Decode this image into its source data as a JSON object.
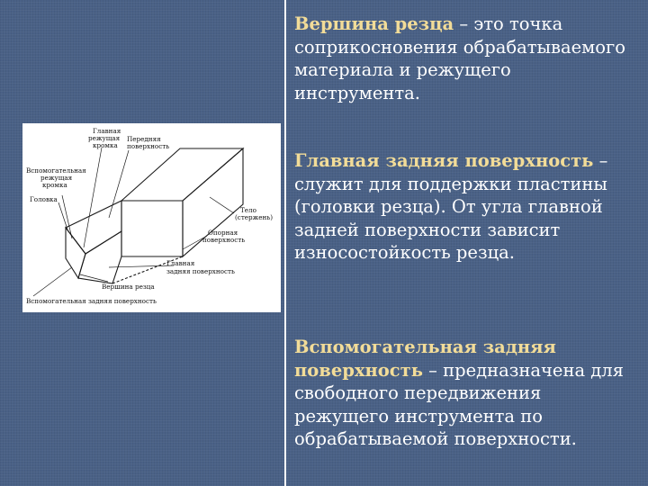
{
  "diagram": {
    "labels": {
      "main_edge": [
        "Главная",
        "режущая",
        "кромка"
      ],
      "front_surface": [
        "Передняя",
        "поверхность"
      ],
      "aux_edge": [
        "Вспомогательная",
        "режущая",
        "кромка"
      ],
      "head": "Головка",
      "body": [
        "Тело",
        "(стержень)"
      ],
      "support": [
        "Опорная",
        "поверхность"
      ],
      "main_back": [
        "Главная",
        "задняя поверхность"
      ],
      "tip": "Вершина резца",
      "aux_back": "Вспомогательная задняя поверхность"
    }
  },
  "paragraphs": [
    {
      "term": "Вершина резца",
      "rest": " – это точка соприкосновения обрабатываемого материала и режущего инструмента."
    },
    {
      "term": "Главная задняя поверхность",
      "rest": " – служит для поддержки пластины (головки резца). От угла главной задней поверхности зависит износостойкость резца."
    },
    {
      "term": "Вспомогательная задняя поверхность",
      "rest": " – предназначена для свободного передвижения режущего инструмента по обрабатываемой поверхности."
    }
  ],
  "colors": {
    "background": "#4a6186",
    "term": "#f2dc98",
    "text": "#ffffff"
  }
}
